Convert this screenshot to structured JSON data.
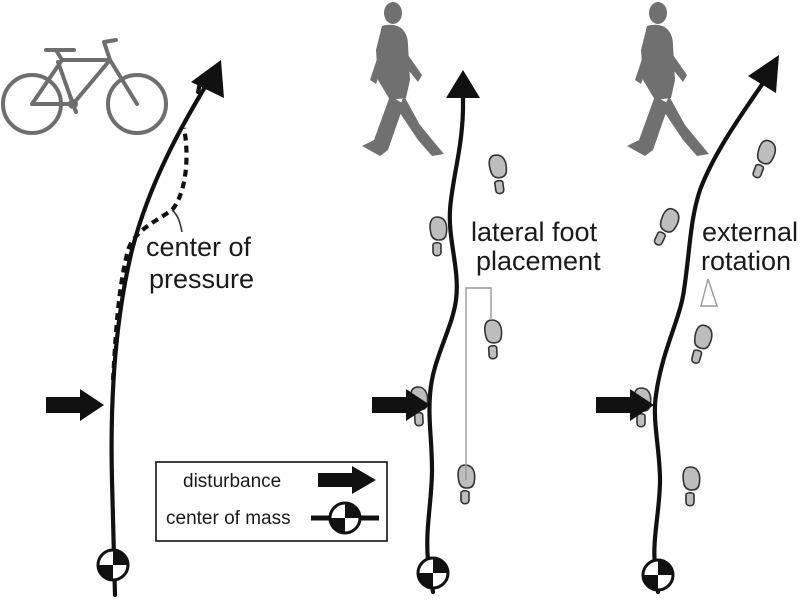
{
  "labels": {
    "center_of_pressure": [
      "center of",
      "pressure"
    ],
    "lateral_foot_placement": [
      "lateral foot",
      "placement"
    ],
    "external_rotation": [
      "external",
      "rotation"
    ]
  },
  "legend": {
    "disturbance": "disturbance",
    "center_of_mass": "center of mass"
  },
  "icons": {
    "bicycle": "bicycle-icon",
    "walker": "walking-person-icon",
    "footprint": "footprint-icon",
    "center_of_mass": "center-of-mass-icon",
    "disturbance": "disturbance-arrow-icon"
  },
  "colors": {
    "path": "#111111",
    "footprint_fill": "#bdbdbd",
    "figure_gray": "#707070"
  }
}
